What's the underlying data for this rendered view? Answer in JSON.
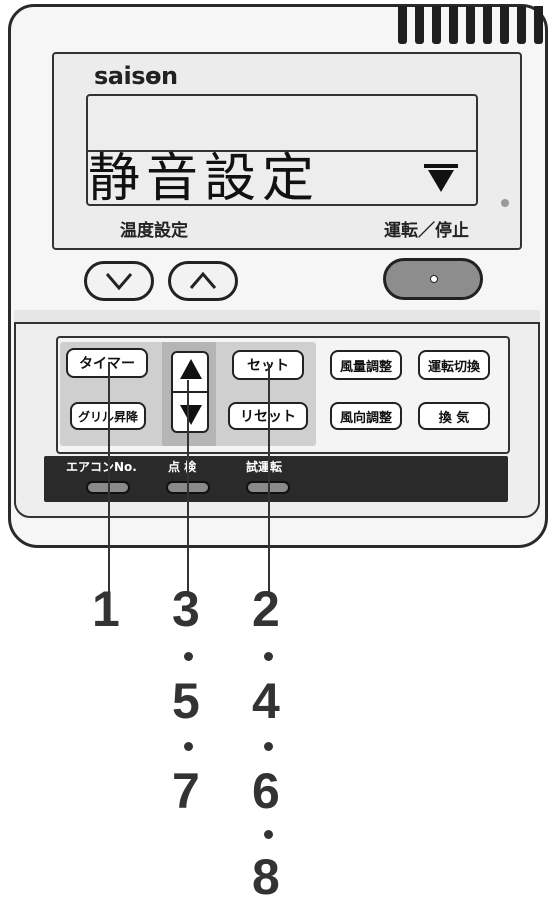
{
  "device": {
    "brand": "saisɵn",
    "display_text": "静音設定",
    "labels": {
      "temperature": "温度設定",
      "power": "運転／停止"
    }
  },
  "panel_buttons": {
    "timer": "タイマー",
    "grill": "グリル昇降",
    "set": "セット",
    "reset": "リセット",
    "fan_speed": "風量調整",
    "mode_switch": "運転切換",
    "fan_direction": "風向調整",
    "ventilation": "換 気"
  },
  "strip_buttons": {
    "aircon_no": "エアコンNo.",
    "inspection": "点 検",
    "test_run": "試運転"
  },
  "callouts": {
    "col1": [
      "1"
    ],
    "col2": [
      "3",
      "5",
      "7"
    ],
    "col3": [
      "2",
      "4",
      "6",
      "8"
    ]
  },
  "icons": [
    "up-triangle-icon",
    "down-triangle-icon",
    "chevron-down-icon",
    "chevron-up-icon"
  ],
  "colors": {
    "body": "#f6f6f6",
    "strip": "#2a2a2a",
    "group_shade": "#cfcfcf"
  }
}
